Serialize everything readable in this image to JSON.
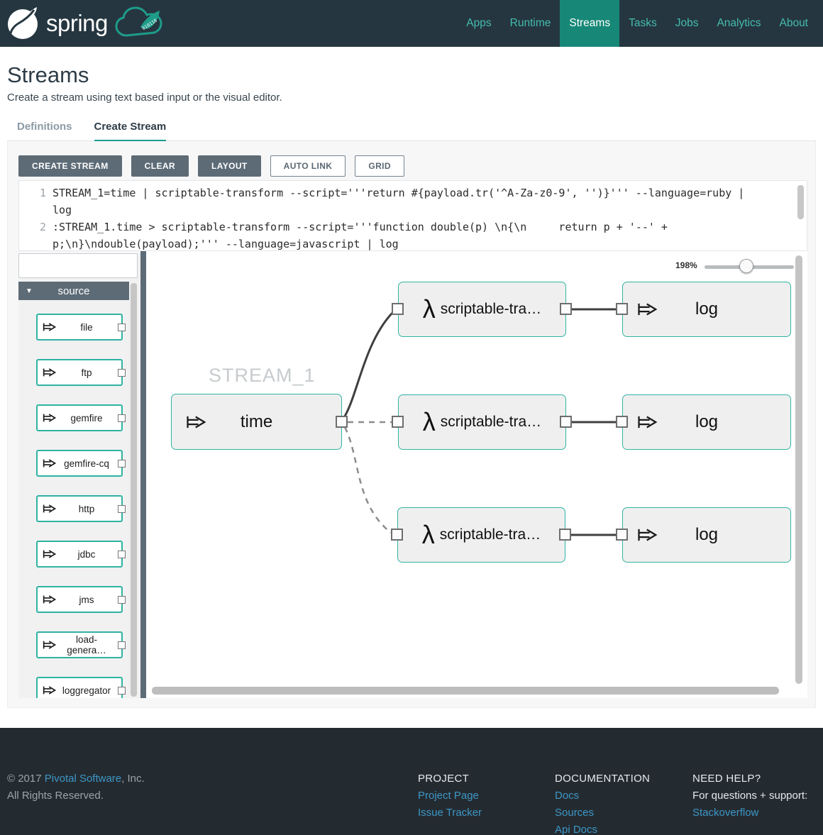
{
  "header": {
    "brand": "spring",
    "nav": [
      {
        "label": "Apps",
        "active": false
      },
      {
        "label": "Runtime",
        "active": false
      },
      {
        "label": "Streams",
        "active": true
      },
      {
        "label": "Tasks",
        "active": false
      },
      {
        "label": "Jobs",
        "active": false
      },
      {
        "label": "Analytics",
        "active": false
      },
      {
        "label": "About",
        "active": false
      }
    ]
  },
  "page": {
    "title": "Streams",
    "subtitle": "Create a stream using text based input or the visual editor."
  },
  "tabs": [
    {
      "label": "Definitions",
      "active": false
    },
    {
      "label": "Create Stream",
      "active": true
    }
  ],
  "toolbar": {
    "create_stream": "CREATE STREAM",
    "clear": "CLEAR",
    "layout": "LAYOUT",
    "auto_link": "AUTO LINK",
    "grid": "GRID"
  },
  "editor": {
    "lines": [
      {
        "number": "1",
        "text": "STREAM_1=time | scriptable-transform --script='''return #{payload.tr('^A-Za-z0-9', '')}''' --language=ruby | log"
      },
      {
        "number": "2",
        "text": ":STREAM_1.time > scriptable-transform --script='''function double(p) \\n{\\n     return p + '--' + p;\\n}\\ndouble(payload);''' --language=javascript | log"
      }
    ]
  },
  "palette": {
    "search_value": "",
    "group_label": "source",
    "collapse_glyph": "▼",
    "items": [
      "file",
      "ftp",
      "gemfire",
      "gemfire-cq",
      "http",
      "jdbc",
      "jms",
      "load-genera…",
      "loggregator"
    ]
  },
  "canvas": {
    "zoom_percent": "198%",
    "stream_label": "STREAM_1",
    "lambda_glyph": "λ",
    "nodes": {
      "time": "time",
      "transform1": "scriptable-tra…",
      "transform2": "scriptable-tra…",
      "transform3": "scriptable-tra…",
      "log1": "log",
      "log2": "log",
      "log3": "log"
    }
  },
  "footer": {
    "copyright_prefix": "© 2017 ",
    "copyright_link": "Pivotal Software",
    "copyright_suffix": ", Inc.",
    "rights": "All Rights Reserved.",
    "columns": [
      {
        "heading": "PROJECT",
        "links": [
          "Project Page",
          "Issue Tracker"
        ]
      },
      {
        "heading": "DOCUMENTATION",
        "links": [
          "Docs",
          "Sources",
          "Api Docs"
        ]
      },
      {
        "heading": "NEED HELP?",
        "text": "For questions + support:",
        "links": [
          "Stackoverflow"
        ]
      }
    ]
  },
  "colors": {
    "accent_teal": "#1C9C8C",
    "nav_link_teal": "#45BCAC",
    "slate": "#5D6B76",
    "link_blue": "#3D96C7",
    "header_bg": "#253640",
    "footer_bg": "#242B30"
  }
}
